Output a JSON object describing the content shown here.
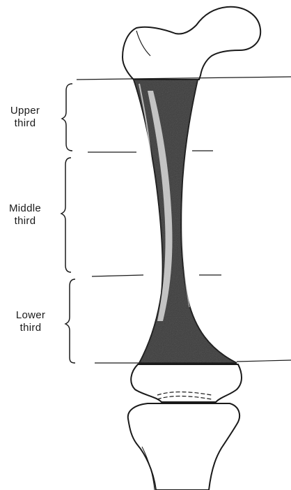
{
  "labels": {
    "upper": [
      "Upper",
      "third"
    ],
    "middle": [
      "Middle",
      "third"
    ],
    "lower": [
      "Lower",
      "third"
    ]
  },
  "colors": {
    "ink": "#1a1a1a",
    "shading": "#3c3c3c",
    "paper": "#ffffff"
  }
}
